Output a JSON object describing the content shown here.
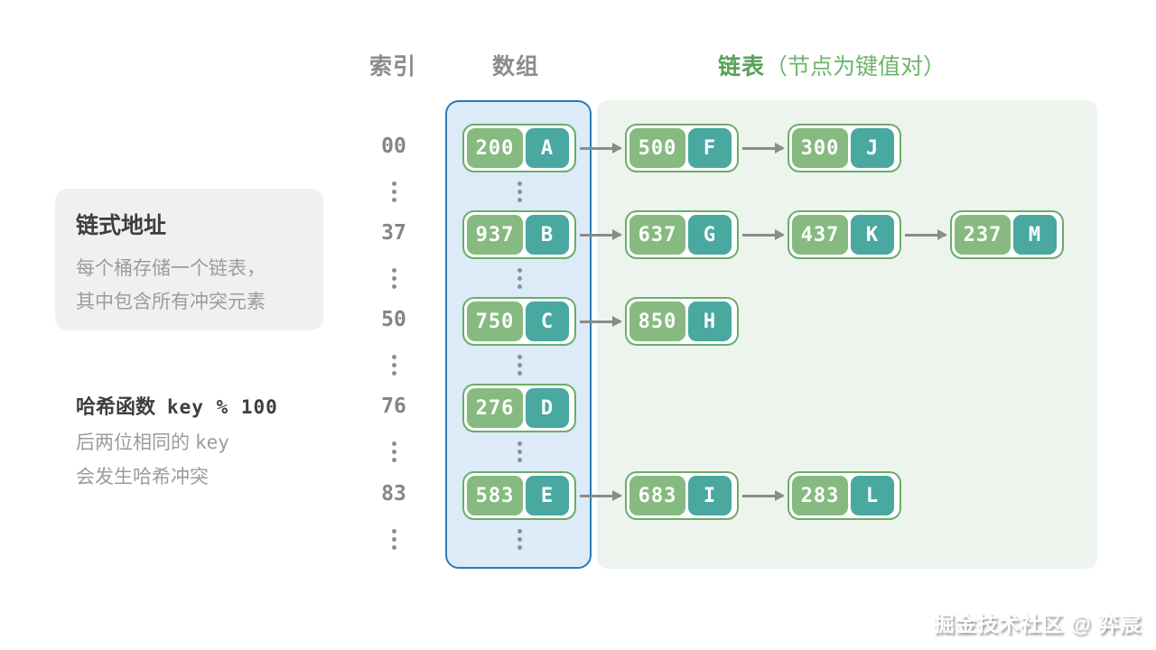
{
  "headers": {
    "index": "索引",
    "array": "数组",
    "list": "链表",
    "list_note": "（节点为键值对）"
  },
  "info_box": {
    "title": "链式地址",
    "line1": "每个桶存储一个链表，",
    "line2": "其中包含所有冲突元素"
  },
  "hash": {
    "label": "哈希函数",
    "formula": "key % 100",
    "desc1_text": "后两位相同的",
    "desc1_code": "key",
    "desc2": "会发生哈希冲突"
  },
  "rows": [
    {
      "index": "00",
      "bucket": {
        "key": "200",
        "value": "A"
      },
      "chain": [
        {
          "key": "500",
          "value": "F"
        },
        {
          "key": "300",
          "value": "J"
        }
      ]
    },
    {
      "index": "37",
      "bucket": {
        "key": "937",
        "value": "B"
      },
      "chain": [
        {
          "key": "637",
          "value": "G"
        },
        {
          "key": "437",
          "value": "K"
        },
        {
          "key": "237",
          "value": "M"
        }
      ]
    },
    {
      "index": "50",
      "bucket": {
        "key": "750",
        "value": "C"
      },
      "chain": [
        {
          "key": "850",
          "value": "H"
        }
      ]
    },
    {
      "index": "76",
      "bucket": {
        "key": "276",
        "value": "D"
      },
      "chain": []
    },
    {
      "index": "83",
      "bucket": {
        "key": "583",
        "value": "E"
      },
      "chain": [
        {
          "key": "683",
          "value": "I"
        },
        {
          "key": "283",
          "value": "L"
        }
      ]
    }
  ],
  "watermark": "掘金技术社区 @ 弈宸",
  "colors": {
    "header_gray": "#8c8c8c",
    "header_green_strong": "#58a35a",
    "header_green_note": "#6fb46a",
    "index_gray": "#858585",
    "array_fill": "#dcebf7",
    "array_border": "#2b7ab6",
    "list_fill": "#edf4ed",
    "node_border": "#69ae69",
    "key_fill": "#86ba80",
    "value_fill": "#49a8a0",
    "node_text": "#ffffff",
    "arrow_gray": "#8b8b8b",
    "dot_gray": "#8f8f8f",
    "panel_bg": "#f0f0f1",
    "title_dark": "#3e3e3e",
    "body_gray": "#9c9c9c"
  }
}
